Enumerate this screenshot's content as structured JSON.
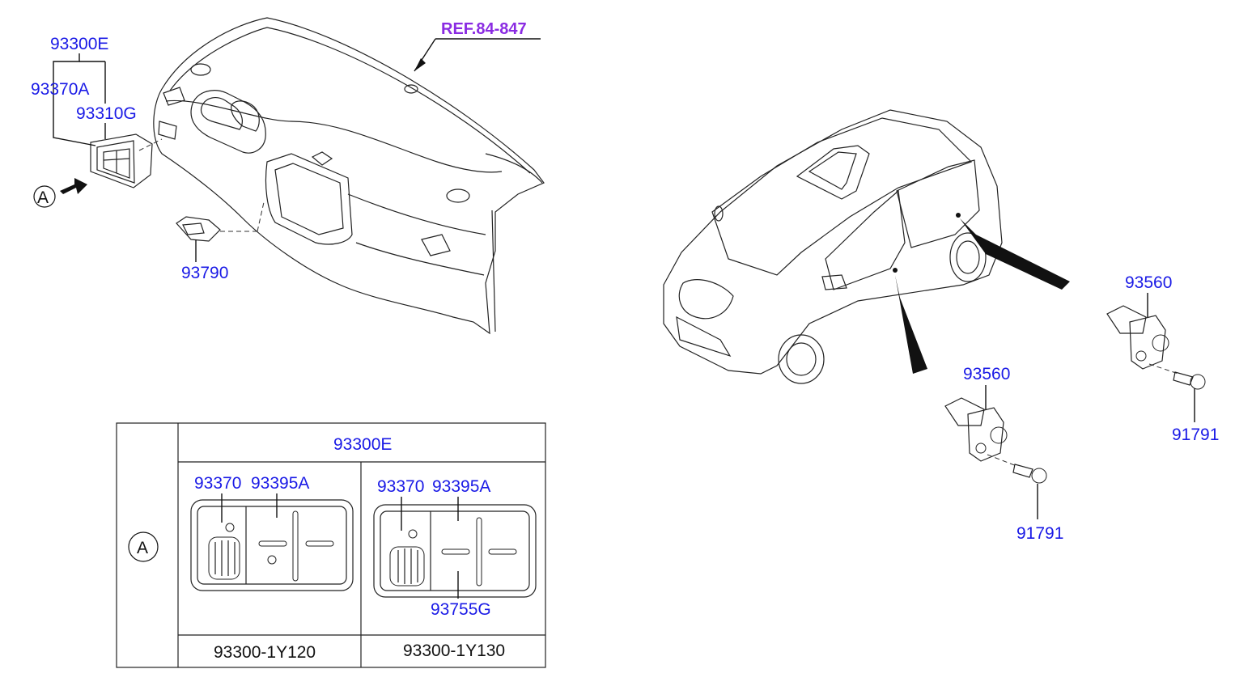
{
  "ref_label": "REF.84-847",
  "parts": {
    "assy_top": "93300E",
    "switch_a": "93370A",
    "switch_g": "93310G",
    "ign_part": "93790",
    "door_sw_1": "93560",
    "door_sw_2": "93560",
    "screw_1": "91791",
    "screw_2": "91791"
  },
  "view_marker": "A",
  "table": {
    "marker": "A",
    "header": "93300E",
    "left_panel": {
      "label_1": "93370",
      "label_2": "93395A",
      "footer": "93300-1Y120"
    },
    "right_panel": {
      "label_1": "93370",
      "label_2": "93395A",
      "label_3": "93755G",
      "footer": "93300-1Y130"
    }
  },
  "colors": {
    "part_label": "#1a1ae6",
    "ref_label": "#8a2be2",
    "line": "#111111"
  }
}
